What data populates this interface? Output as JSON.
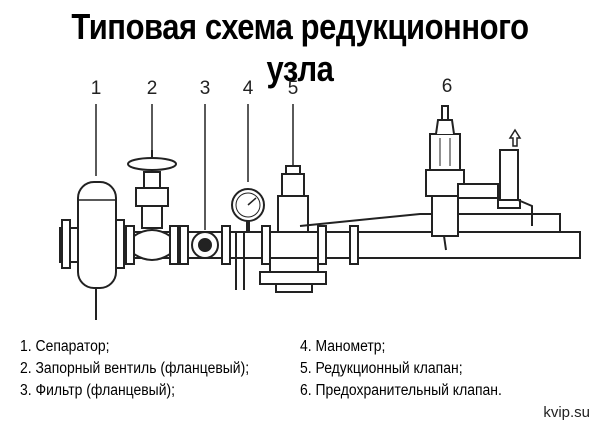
{
  "title": "Типовая схема редукционного узла",
  "numbers": [
    "1",
    "2",
    "3",
    "4",
    "5",
    "6"
  ],
  "legend_left": [
    "1. Сепаратор;",
    "2. Запорный вентиль (фланцевый);",
    "3. Фильтр (фланцевый);"
  ],
  "legend_right": [
    "4. Манометр;",
    "5. Редукционный клапан;",
    "6. Предохранительный клапан."
  ],
  "credit": "kvip.su"
}
